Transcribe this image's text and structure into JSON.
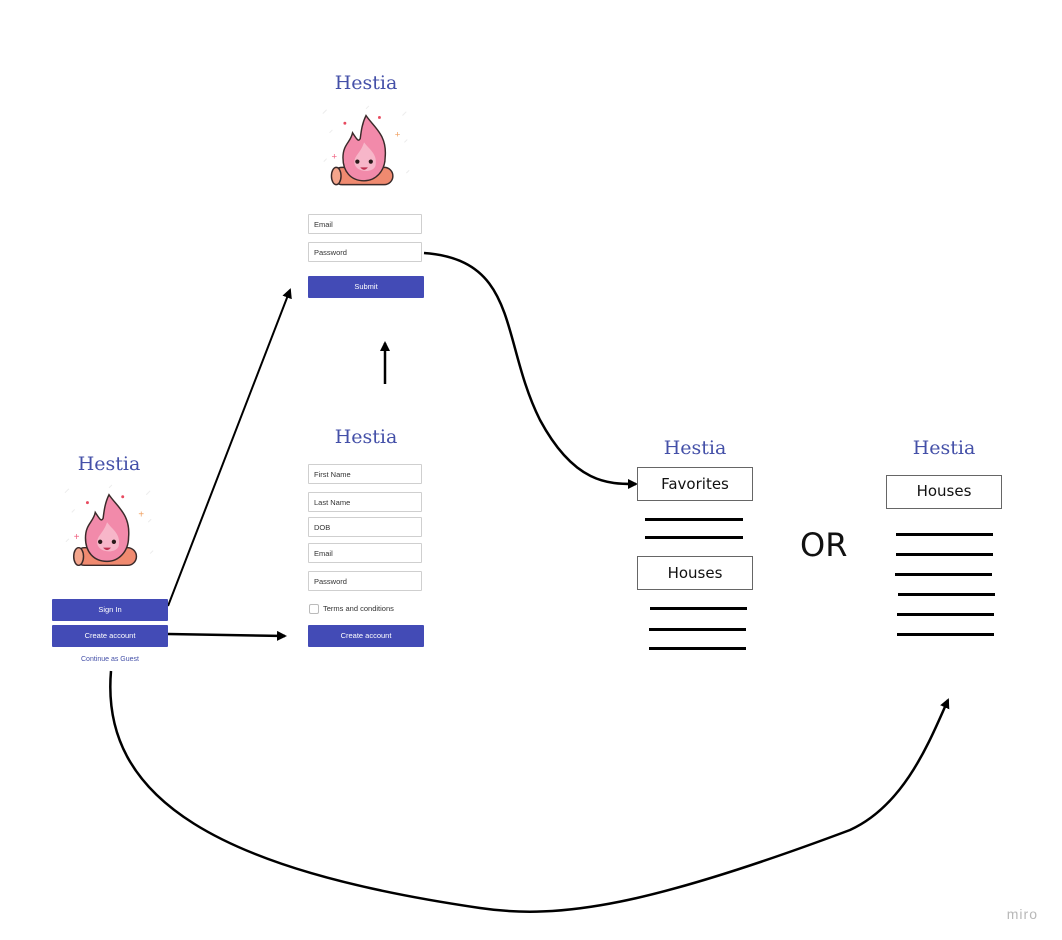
{
  "app_name": "Hestia",
  "screens": {
    "landing": {
      "title": "Hestia",
      "sign_in_label": "Sign In",
      "create_account_label": "Create account",
      "guest_link": "Continue as Guest"
    },
    "login": {
      "title": "Hestia",
      "email_placeholder": "Email",
      "password_placeholder": "Password",
      "submit_label": "Submit"
    },
    "signup": {
      "title": "Hestia",
      "first_name_placeholder": "First Name",
      "last_name_placeholder": "Last Name",
      "dob_placeholder": "DOB",
      "email_placeholder": "Email",
      "password_placeholder": "Password",
      "terms_label": "Terms and conditions",
      "create_account_label": "Create account"
    },
    "home_user": {
      "title": "Hestia",
      "favorites_label": "Favorites",
      "houses_label": "Houses"
    },
    "home_guest": {
      "title": "Hestia",
      "houses_label": "Houses"
    }
  },
  "or_label": "OR",
  "watermark": "miro",
  "colors": {
    "accent": "#434bb6",
    "title": "#4450a8"
  }
}
